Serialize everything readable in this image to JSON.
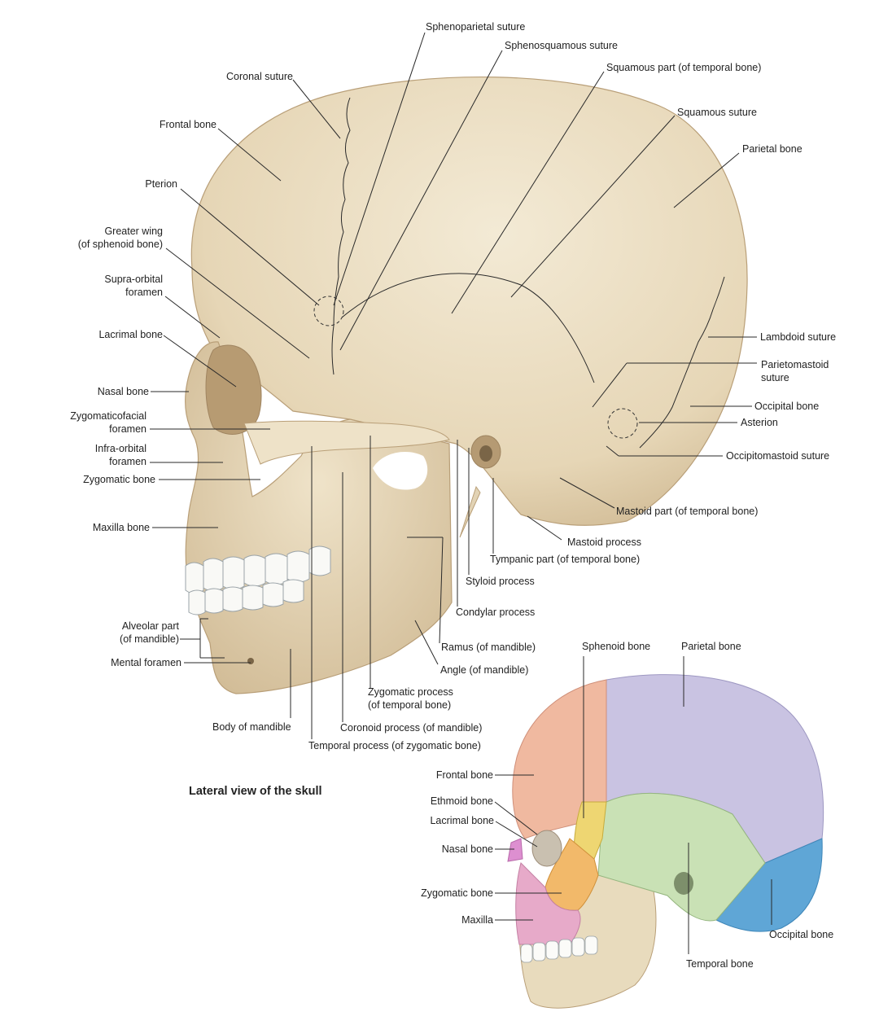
{
  "title": "Lateral view of the skull",
  "labels": {
    "sphenoparietal_suture": "Sphenoparietal suture",
    "sphenosquamous_suture": "Sphenosquamous suture",
    "squamous_part": "Squamous part (of temporal bone)",
    "coronal_suture": "Coronal suture",
    "squamous_suture": "Squamous suture",
    "frontal_bone": "Frontal bone",
    "parietal_bone": "Parietal bone",
    "pterion": "Pterion",
    "greater_wing_1": "Greater wing",
    "greater_wing_2": "(of sphenoid bone)",
    "supraorbital_1": "Supra-orbital",
    "supraorbital_2": "foramen",
    "lacrimal_bone": "Lacrimal bone",
    "lambdoid_suture": "Lambdoid suture",
    "parietomastoid_1": "Parietomastoid",
    "parietomastoid_2": "suture",
    "nasal_bone": "Nasal bone",
    "occipital_bone": "Occipital bone",
    "zygomaticofacial_1": "Zygomaticofacial",
    "zygomaticofacial_2": "foramen",
    "asterion": "Asterion",
    "infraorbital_1": "Infra-orbital",
    "infraorbital_2": "foramen",
    "occipitomastoid_suture": "Occipitomastoid suture",
    "zygomatic_bone": "Zygomatic bone",
    "mastoid_part": "Mastoid part (of temporal bone)",
    "maxilla_bone": "Maxilla bone",
    "mastoid_process": "Mastoid process",
    "tympanic_part": "Tympanic part (of temporal bone)",
    "styloid_process": "Styloid process",
    "condylar_process": "Condylar process",
    "alveolar_1": "Alveolar part",
    "alveolar_2": "(of mandible)",
    "ramus": "Ramus (of mandible)",
    "mental_foramen": "Mental foramen",
    "angle": "Angle (of mandible)",
    "zygomatic_process_1": "Zygomatic process",
    "zygomatic_process_2": "(of temporal bone)",
    "body_mandible": "Body of mandible",
    "coronoid_process": "Coronoid process (of mandible)",
    "temporal_process": "Temporal process (of zygomatic bone)"
  },
  "inset_labels": {
    "sphenoid_bone": "Sphenoid bone",
    "parietal_bone": "Parietal bone",
    "frontal_bone": "Frontal bone",
    "ethmoid_bone": "Ethmoid bone",
    "lacrimal_bone": "Lacrimal bone",
    "nasal_bone": "Nasal bone",
    "zygomatic_bone": "Zygomatic bone",
    "maxilla": "Maxilla",
    "occipital_bone": "Occipital bone",
    "temporal_bone": "Temporal bone"
  },
  "colors": {
    "bone": "#e9dcc0",
    "bone_shadow": "#c9b48f",
    "inset_frontal": "#f0b9a0",
    "inset_parietal": "#c9c3e2",
    "inset_occipital": "#5fa6d6",
    "inset_temporal": "#c9e1b5",
    "inset_sphenoid": "#eed672",
    "inset_zygomatic": "#f2b96a",
    "inset_maxilla": "#e7aac9",
    "inset_nasal": "#dd8fd0"
  }
}
